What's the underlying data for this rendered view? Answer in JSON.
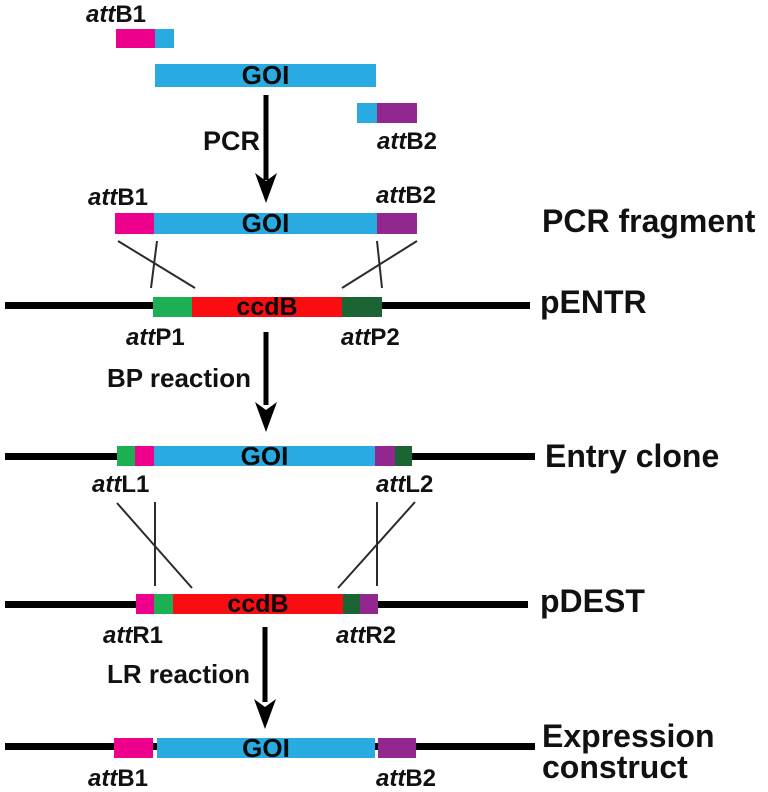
{
  "colors": {
    "magenta": "#EC008C",
    "blue": "#29ABE2",
    "purple": "#92278F",
    "green": "#1CAF54",
    "darkgreen": "#1B6433",
    "red": "#F90D12",
    "line": "#000000"
  },
  "top": {
    "attB1": {
      "it": "att",
      "rest": "B1"
    },
    "goi": "GOI",
    "attB2": {
      "it": "att",
      "rest": "B2"
    },
    "pcr": "PCR"
  },
  "pcr_fragment": {
    "attB1": {
      "it": "att",
      "rest": "B1"
    },
    "goi": "GOI",
    "attB2": {
      "it": "att",
      "rest": "B2"
    },
    "side_label": "PCR fragment"
  },
  "pentr": {
    "ccdb": "ccdB",
    "side_label": "pENTR",
    "attP1": {
      "it": "att",
      "rest": "P1"
    },
    "attP2": {
      "it": "att",
      "rest": "P2"
    }
  },
  "bp_reaction": {
    "label": "BP reaction"
  },
  "entry_clone": {
    "goi": "GOI",
    "side_label": "Entry clone",
    "attL1": {
      "it": "att",
      "rest": "L1"
    },
    "attL2": {
      "it": "att",
      "rest": "L2"
    }
  },
  "pdest": {
    "ccdb": "ccdB",
    "side_label": "pDEST",
    "attR1": {
      "it": "att",
      "rest": "R1"
    },
    "attR2": {
      "it": "att",
      "rest": "R2"
    }
  },
  "lr_reaction": {
    "label": "LR reaction"
  },
  "expression_construct": {
    "goi": "GOI",
    "side_label_line1": "Expression",
    "side_label_line2": "construct",
    "attB1": {
      "it": "att",
      "rest": "B1"
    },
    "attB2": {
      "it": "att",
      "rest": "B2"
    }
  }
}
